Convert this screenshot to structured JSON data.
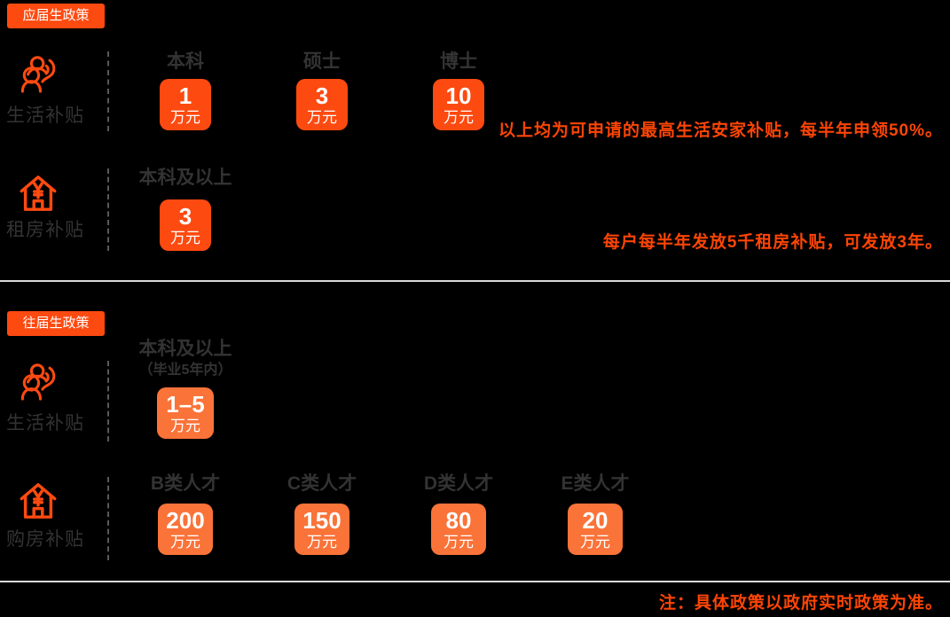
{
  "colors": {
    "accent_red_orange": "#fd4a10",
    "accent_light_orange": "#fa7339",
    "note_text": "#fc4505",
    "header_text": "#333333",
    "box_text": "#ffffff",
    "divider": "#d9d9d9",
    "background": "#000000"
  },
  "sections": [
    {
      "badge": "应届生政策",
      "rows": [
        {
          "label": "生活补贴",
          "icon": "people-care-icon",
          "columns": [
            {
              "header": "本科",
              "value": "1",
              "unit": "万元"
            },
            {
              "header": "硕士",
              "value": "3",
              "unit": "万元"
            },
            {
              "header": "博士",
              "value": "10",
              "unit": "万元"
            }
          ],
          "note": "以上均为可申请的最高生活安家补贴，每半年申领50%。"
        },
        {
          "label": "租房补贴",
          "icon": "house-yuan-icon",
          "columns": [
            {
              "header": "本科及以上",
              "value": "3",
              "unit": "万元"
            }
          ],
          "note": "每户每半年发放5千租房补贴，可发放3年。"
        }
      ]
    },
    {
      "badge": "往届生政策",
      "rows": [
        {
          "label": "生活补贴",
          "icon": "people-care-icon",
          "columns": [
            {
              "header": "本科及以上",
              "subheader": "（毕业5年内）",
              "value": "1–5",
              "unit": "万元"
            }
          ]
        },
        {
          "label": "购房补贴",
          "icon": "house-yuan-icon",
          "columns": [
            {
              "header": "B类人才",
              "value": "200",
              "unit": "万元"
            },
            {
              "header": "C类人才",
              "value": "150",
              "unit": "万元"
            },
            {
              "header": "D类人才",
              "value": "80",
              "unit": "万元"
            },
            {
              "header": "E类人才",
              "value": "20",
              "unit": "万元"
            }
          ]
        }
      ]
    }
  ],
  "footer_note": "注：具体政策以政府实时政策为准。"
}
